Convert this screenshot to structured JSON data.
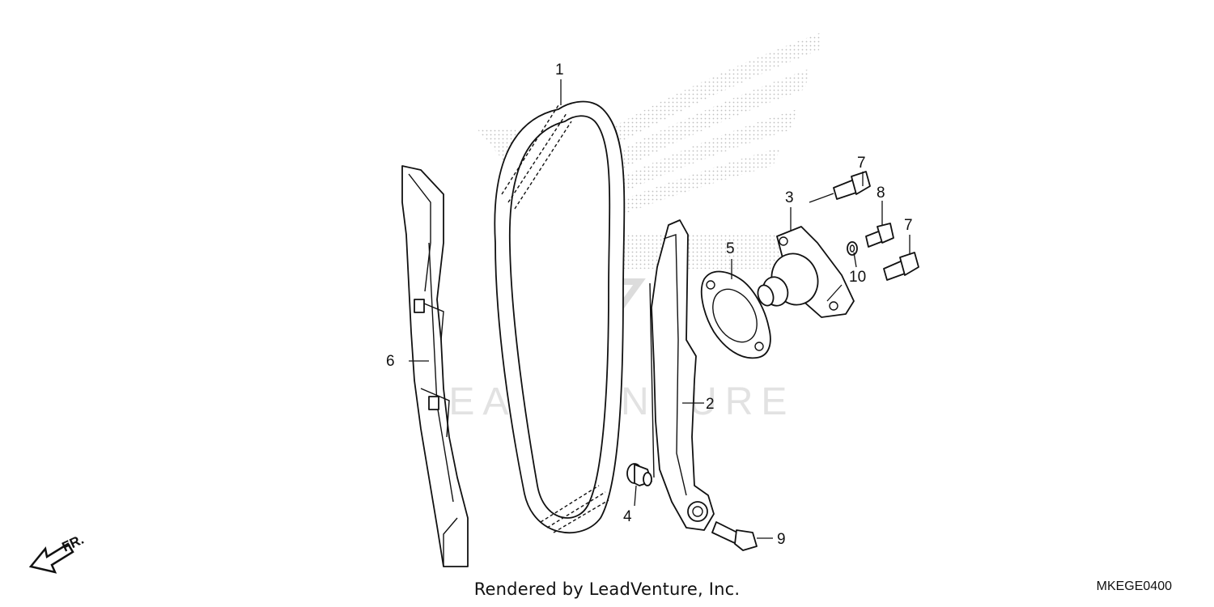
{
  "diagram": {
    "title_code": "MKEGE0400",
    "credit": "Rendered by LeadVenture, Inc.",
    "watermark_text": "LEADVENTURE",
    "direction_label": "FR.",
    "callouts": [
      {
        "id": "1",
        "label": "1"
      },
      {
        "id": "2",
        "label": "2"
      },
      {
        "id": "3",
        "label": "3"
      },
      {
        "id": "4",
        "label": "4"
      },
      {
        "id": "5",
        "label": "5"
      },
      {
        "id": "6",
        "label": "6"
      },
      {
        "id": "7a",
        "label": "7"
      },
      {
        "id": "7b",
        "label": "7"
      },
      {
        "id": "8",
        "label": "8"
      },
      {
        "id": "9",
        "label": "9"
      },
      {
        "id": "10",
        "label": "10"
      }
    ],
    "parts": [
      {
        "number": "1",
        "icon": "cam-chain"
      },
      {
        "number": "2",
        "icon": "tensioner-arm"
      },
      {
        "number": "3",
        "icon": "tensioner-lifter"
      },
      {
        "number": "4",
        "icon": "collar"
      },
      {
        "number": "5",
        "icon": "gasket"
      },
      {
        "number": "6",
        "icon": "chain-guide"
      },
      {
        "number": "7",
        "icon": "flange-bolt"
      },
      {
        "number": "8",
        "icon": "sealing-bolt"
      },
      {
        "number": "9",
        "icon": "flange-bolt"
      },
      {
        "number": "10",
        "icon": "washer"
      }
    ],
    "colors": {
      "line": "#111111",
      "watermark": "#c8c8c8",
      "background": "#ffffff"
    }
  }
}
